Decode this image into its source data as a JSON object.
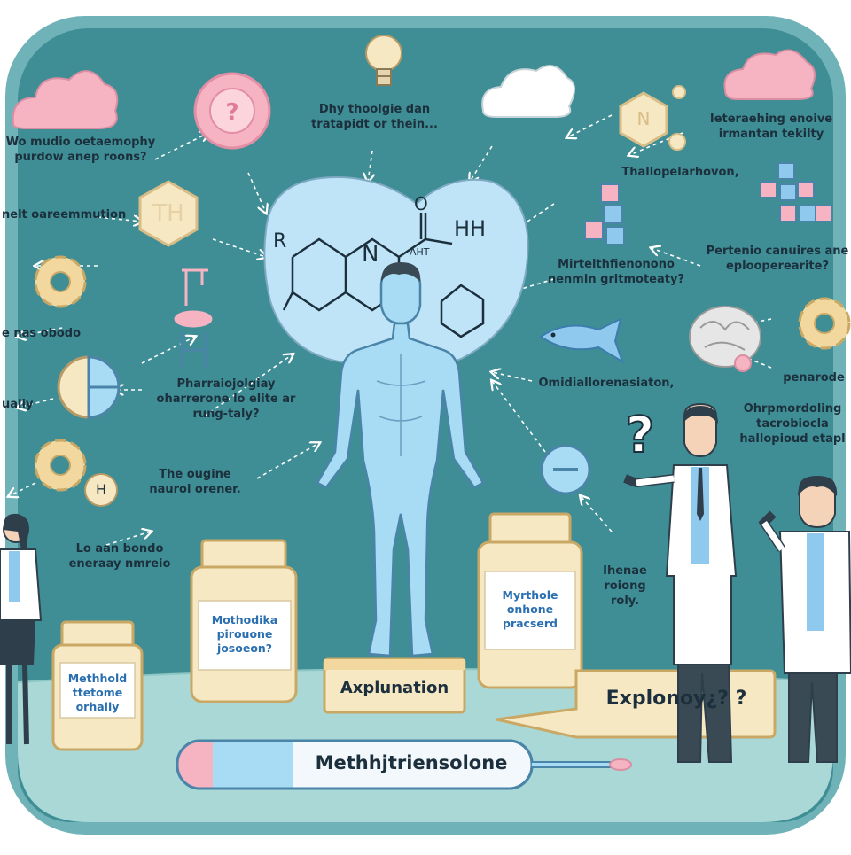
{
  "colors": {
    "frame": "#6fb3b8",
    "panel": "#3f8e95",
    "panel_dark": "#357f86",
    "floor": "#a9d8d6",
    "accent_pink": "#f6b3c2",
    "accent_cream": "#f7e8c4",
    "accent_blue": "#a8dbf4",
    "text_dark": "#1c2f3c",
    "text_blue": "#2a6fb0"
  },
  "icons": [
    "cloud-icon",
    "question-bubble-icon",
    "lightbulb-icon",
    "hexagon-icon",
    "gear-icon",
    "brain-icon",
    "fish-icon",
    "molecule-icon",
    "capsule-icon",
    "dumbbell-icon"
  ],
  "structure_labels": {
    "r_group": "R",
    "oxygen": "O",
    "hydroxyl": "HH",
    "nitrogen": "N",
    "fragment": "AHT"
  },
  "hexagon_labels": {
    "th": "TH",
    "n": "N",
    "h": "H"
  },
  "labels": {
    "top_left": [
      "Wo mudio oetaemophy",
      "purdow anep roons?"
    ],
    "top_center": [
      "Dhy thoolgie dan",
      "tratapidt or thein..."
    ],
    "top_right": [
      "Ieteraehing enoive",
      "irmantan tekilty"
    ],
    "left_1": [
      "nelt oareemmution"
    ],
    "left_2": [
      "e nas obodo"
    ],
    "left_3": [
      "ually"
    ],
    "left_4": [
      "Lo aan bondo",
      "eneraay nmreio"
    ],
    "center_left_1": [
      "Pharraiojolgiay",
      "oharrerone lo elite ar",
      "rung-taly?"
    ],
    "center_left_2": [
      "The ougine",
      "nauroi orener."
    ],
    "right_1": [
      "Thallopelarhovon,"
    ],
    "right_2": [
      "Mirtelthfienonono",
      "nenmin gritmoteaty?"
    ],
    "right_3": [
      "Pertenio canuires ane",
      "eplooperearite?"
    ],
    "right_4": [
      "Omidiallorenasiaton,"
    ],
    "right_5": [
      "penarode"
    ],
    "right_6": [
      "Ohrpmordoling",
      "tacrobiocla",
      "hallopioud etapl"
    ],
    "right_7": [
      "Ihenae",
      "roiong",
      "roly."
    ]
  },
  "bottles": {
    "left_small": [
      "Methhold",
      "ttetome",
      "orhally"
    ],
    "center_left": [
      "Mothodika",
      "pirouone",
      "josoeon?"
    ],
    "center_right": [
      "Myrthole",
      "onhone",
      "pracserd"
    ]
  },
  "pedestal_label": "Axplunation",
  "speech_bubble_label": "Explonoy¿? ?",
  "tube_label": "Methhjtriensolone"
}
